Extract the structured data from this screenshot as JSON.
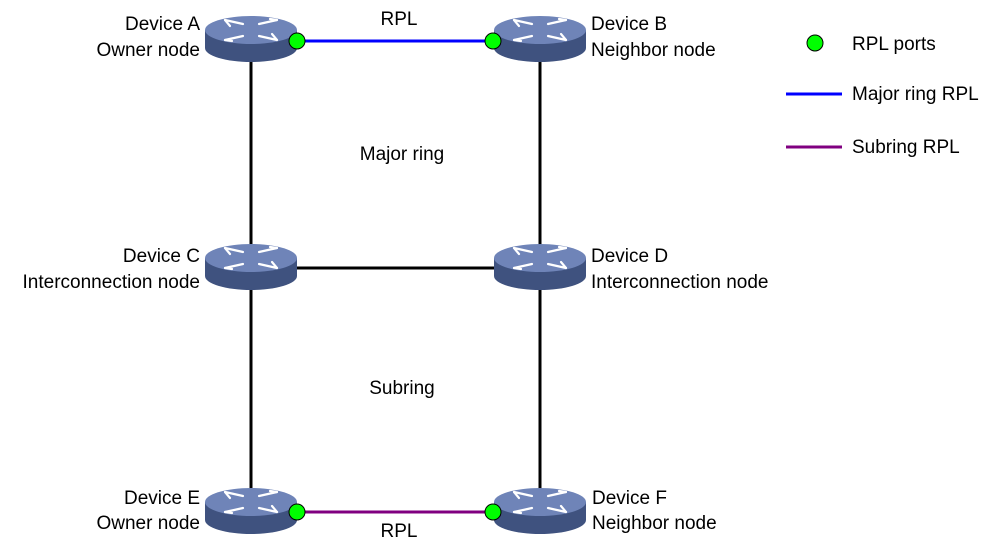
{
  "colors": {
    "link": "#000000",
    "major_rpl": "#0000ff",
    "sub_rpl": "#800080",
    "rpl_port": "#00ff00",
    "router_top": "#6f84b8",
    "router_side": "#3f527f"
  },
  "devices": [
    {
      "name": "Device A",
      "role": "Owner node"
    },
    {
      "name": "Device B",
      "role": "Neighbor node"
    },
    {
      "name": "Device C",
      "role": "Interconnection node"
    },
    {
      "name": "Device D",
      "role": "Interconnection node"
    },
    {
      "name": "Device E",
      "role": "Owner node"
    },
    {
      "name": "Device F",
      "role": "Neighbor node"
    }
  ],
  "labels": {
    "rpl_top": "RPL",
    "rpl_bottom": "RPL",
    "major_ring": "Major ring",
    "subring": "Subring"
  },
  "legend": {
    "rpl_ports": "RPL ports",
    "major_ring_rpl": "Major ring RPL",
    "subring_rpl": "Subring RPL"
  }
}
